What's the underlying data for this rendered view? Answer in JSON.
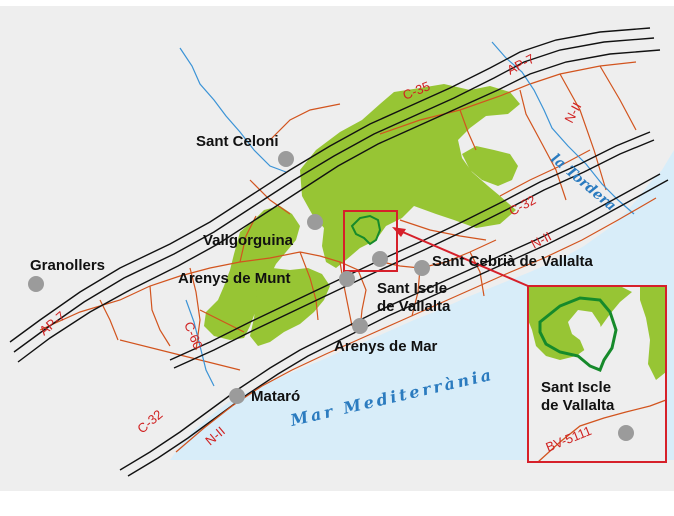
{
  "colors": {
    "background": "#eeeeee",
    "sea": "#d8edf9",
    "forest": "#97c534",
    "road_main": "#111111",
    "road_local": "#d2541e",
    "river": "#3b93d6",
    "highlight": "#d6202a",
    "trail": "#168a2b",
    "town_dot": "#9b9b9b"
  },
  "towns": [
    {
      "name": "Sant Celoni"
    },
    {
      "name": "Vallgorguina"
    },
    {
      "name": "Granollers"
    },
    {
      "name": "Arenys de Munt"
    },
    {
      "name": "Sant Iscle de Vallalta"
    },
    {
      "name": "Sant Cebrià de Vallalta"
    },
    {
      "name": "Arenys de Mar"
    },
    {
      "name": "Mataró"
    }
  ],
  "labels": {
    "sant_iscle_line1": "Sant Iscle",
    "sant_iscle_line2": "de Vallalta",
    "sea": "Mar Mediterrània",
    "river": "la Tordera"
  },
  "roads": [
    "AP-7",
    "C-35",
    "N-II",
    "C-32",
    "C-60",
    "AP-7",
    "N-II",
    "C-32",
    "N-II"
  ],
  "inset": {
    "town_line1": "Sant Iscle",
    "town_line2": "de Vallalta",
    "road": "BV-5111"
  }
}
